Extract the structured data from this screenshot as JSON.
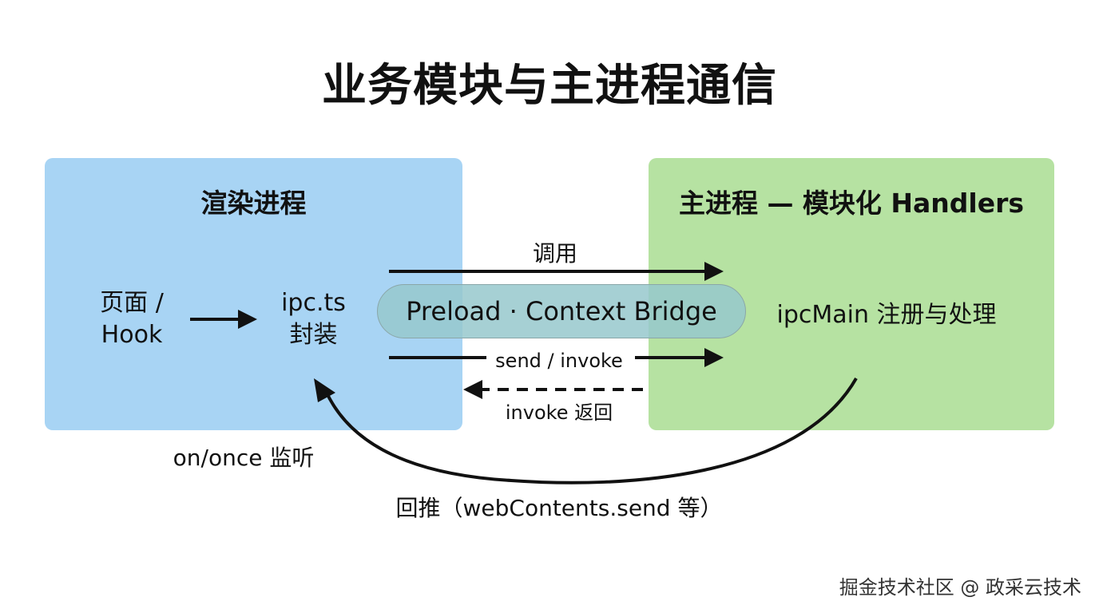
{
  "title": "业务模块与主进程通信",
  "renderer_panel": {
    "title": "渲染进程",
    "page_hook_line1": "页面 /",
    "page_hook_line2": "Hook",
    "ipc_line1": "ipc.ts",
    "ipc_line2": "封装"
  },
  "main_panel": {
    "title": "主进程 — 模块化 Handlers",
    "ipcmain_label": "ipcMain 注册与处理"
  },
  "bridge_label": "Preload · Context Bridge",
  "arrows": {
    "call_label": "调用",
    "send_invoke_label": "send / invoke",
    "invoke_return_label": "invoke 返回",
    "on_once_label": "on/once 监听",
    "push_label": "回推（webContents.send 等）"
  },
  "watermark": "掘金技术社区 @ 政采云技术",
  "colors": {
    "renderer_panel": "#a8d4f4",
    "main_panel": "#b6e2a2",
    "bridge": "#96c8cd"
  }
}
